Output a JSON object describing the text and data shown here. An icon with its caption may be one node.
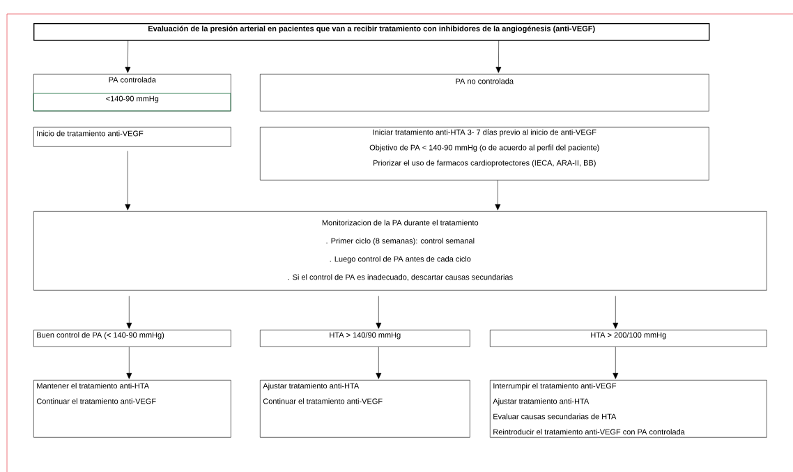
{
  "diagram": {
    "nodes": [
      {
        "text": [
          "Evaluación de la presión arterial en pacientes que van a recibir tratamiento con inhibidores de la angiogénesis (anti-VEGF)"
        ]
      },
      {
        "text": [
          "PA controlada",
          "<140-90 mmHg"
        ]
      },
      {
        "text": [
          "PA no controlada"
        ]
      },
      {
        "text": [
          "Inicio de tratamiento  anti-VEGF"
        ]
      },
      {
        "text": [
          "Iniciar tratamiento anti-HTA 3- 7 días previo al inicio de anti-VEGF",
          "Objetivo de PA < 140-90 mmHg (o de acuerdo al perfil del paciente)",
          "Priorizar el uso de farmacos cardioprotectores (IECA, ARA-II, BB)"
        ]
      },
      {
        "text": [
          "Monitorizacion de la PA durante el tratamiento",
          ". Primer ciclo (8 semanas): control semanal",
          ". Luego control de PA antes de cada ciclo",
          ". Si el control de PA es inadecuado, descartar causas secundarias"
        ]
      },
      {
        "text": [
          "Buen control de PA (< 140-90 mmHg)"
        ]
      },
      {
        "text": [
          "HTA > 140/90 mmHg"
        ]
      },
      {
        "text": [
          "HTA > 200/100 mmHg"
        ]
      },
      {
        "text": [
          "Mantener el tratamiento anti-HTA",
          "Continuar el tratamiento anti-VEGF"
        ]
      },
      {
        "text": [
          "Ajustar tratamiento anti-HTA",
          "Continuar el tratamiento anti-VEGF"
        ]
      },
      {
        "text": [
          "Interrumpir el tratamiento anti-VEGF",
          "Ajustar tratamiento anti-HTA",
          "Evaluar causas secundarias de HTA",
          "Reintroducir el tratamiento anti-VEGF con PA controlada"
        ]
      }
    ],
    "edges": [
      {
        "from": 0,
        "to": 1,
        "arrow": "to"
      },
      {
        "from": 0,
        "to": 2,
        "arrow": "to"
      },
      {
        "from": 3,
        "to": 5,
        "arrow": "to"
      },
      {
        "from": 4,
        "to": 5,
        "arrow": "to"
      },
      {
        "from": 5,
        "to": 6,
        "arrow": "to"
      },
      {
        "from": 5,
        "to": 7,
        "arrow": "to"
      },
      {
        "from": 5,
        "to": 8,
        "arrow": "to"
      },
      {
        "from": 6,
        "to": 9,
        "arrow": "to"
      },
      {
        "from": 7,
        "to": 10,
        "arrow": "to"
      },
      {
        "from": 8,
        "to": 11,
        "arrow": "to"
      }
    ]
  }
}
